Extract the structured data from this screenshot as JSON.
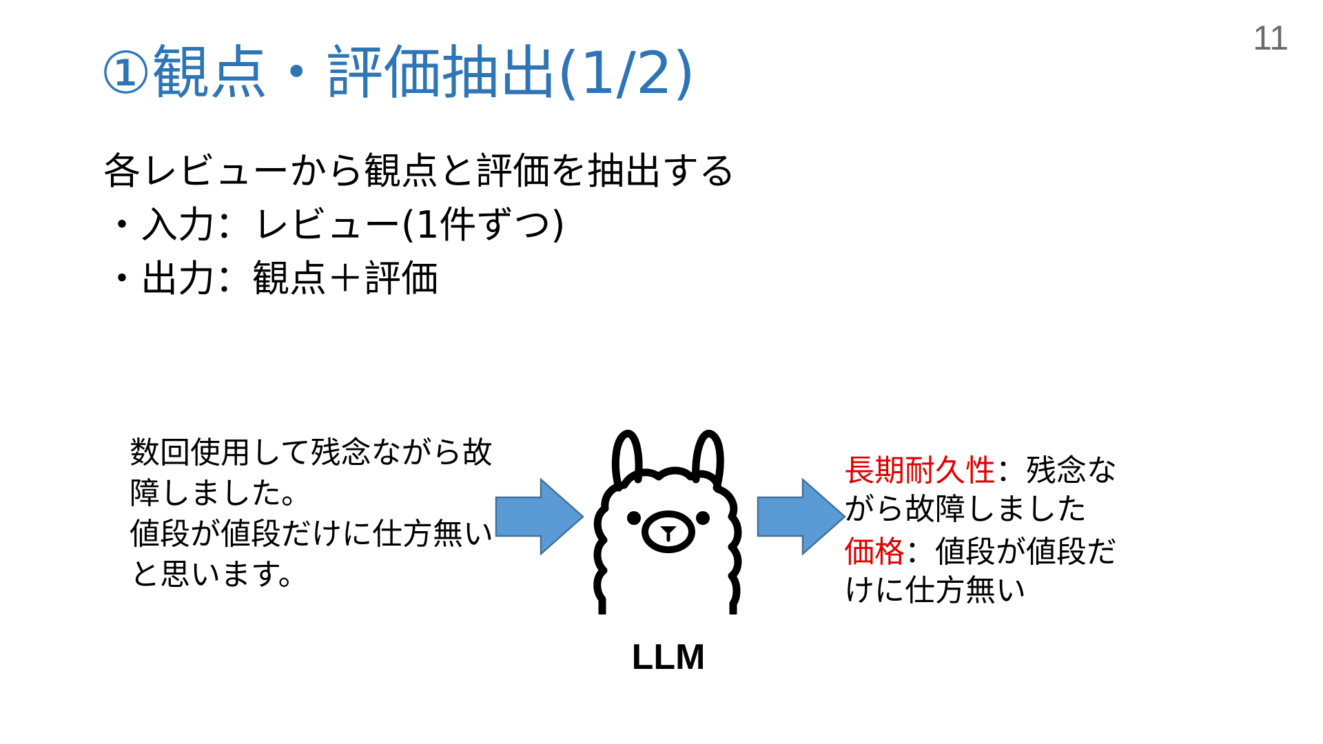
{
  "page_number": "11",
  "title": "①観点・評価抽出(1/2)",
  "bullets": [
    "各レビューから観点と評価を抽出する",
    "・入力：レビュー(1件ずつ)",
    "・出力：観点＋評価"
  ],
  "review": {
    "line1": "数回使用して残念ながら故障しました。",
    "line2": "値段が値段だけに仕方無いと思います。"
  },
  "model_label": "LLM",
  "outputs": [
    {
      "aspect": "長期耐久性",
      "sep": "：",
      "evaluation": "残念ながら故障しました"
    },
    {
      "aspect": "価格",
      "sep": "：",
      "evaluation": "値段が値段だけに仕方無い"
    }
  ],
  "colors": {
    "title": "#2e75b6",
    "arrow": "#5b9bd5",
    "arrow_stroke": "#41719c",
    "aspect": "#e00000"
  },
  "icons": [
    "arrow-right-icon",
    "llama-icon"
  ]
}
